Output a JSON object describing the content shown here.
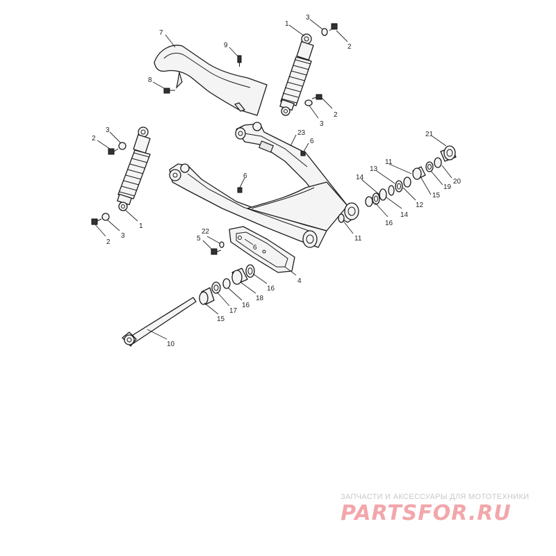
{
  "callouts": {
    "c1a": "1",
    "c3a": "3",
    "c2a": "2",
    "c9": "9",
    "c7": "7",
    "c8": "8",
    "c2b": "2",
    "c3b": "3",
    "c2c": "2",
    "c3c": "3",
    "c23": "23",
    "c6a": "6",
    "c21": "21",
    "c11a": "11",
    "c13": "13",
    "c14a": "14",
    "c6b": "6",
    "c15a": "15",
    "c19": "19",
    "c20": "20",
    "c12": "12",
    "c14b": "14",
    "c16a": "16",
    "c1b": "1",
    "c3d": "3",
    "c2d": "2",
    "c11b": "11",
    "c22": "22",
    "c5": "5",
    "c6c": "6",
    "c4": "4",
    "c16b": "16",
    "c18": "18",
    "c16c": "16",
    "c17": "17",
    "c15b": "15",
    "c10": "10"
  },
  "watermark": {
    "tagline": "ЗАПЧАСТИ И АКСЕССУАРЫ ДЛЯ МОТОТЕХНИКИ",
    "logo": "PARTSFOR.RU",
    "logo_color": "#f2a7ab"
  }
}
